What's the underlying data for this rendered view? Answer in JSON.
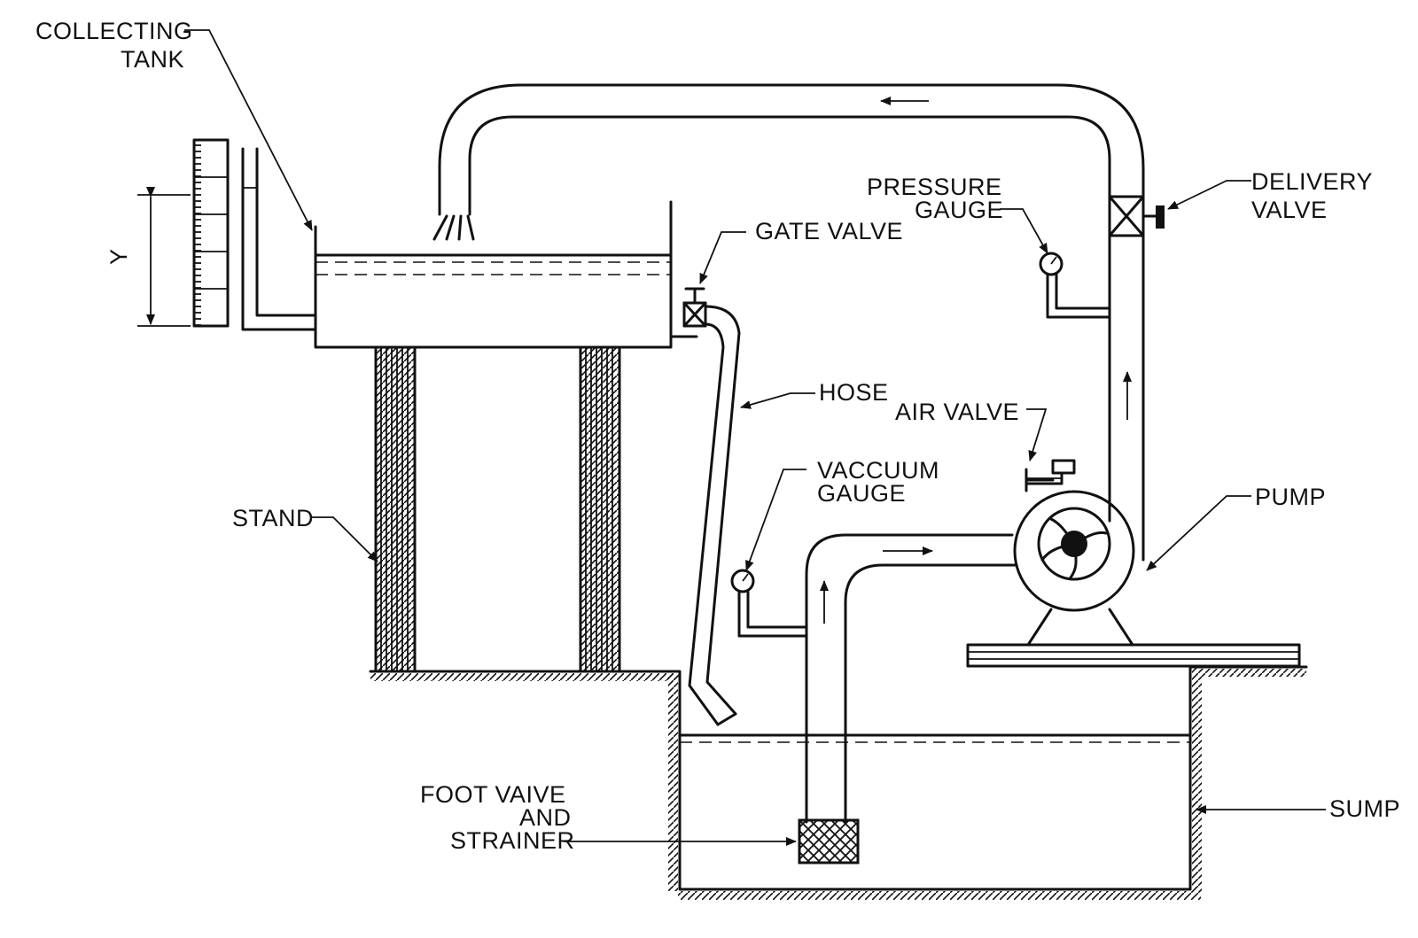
{
  "labels": {
    "collecting_tank_1": "COLLECTING",
    "collecting_tank_2": "TANK",
    "y_marker": "Y",
    "gate_valve": "GATE  VALVE",
    "pressure_gauge_1": "PRESSURE",
    "pressure_gauge_2": "GAUGE",
    "delivery_valve_1": "DELIVERY",
    "delivery_valve_2": "VALVE",
    "hose": "HOSE",
    "air_valve": "AIR  VALVE",
    "vacuum_gauge_1": "VACCUUM",
    "vacuum_gauge_2": "GAUGE",
    "pump": "PUMP",
    "stand": "STAND",
    "foot_valve_1": "FOOT  VAIVE",
    "foot_valve_2": "AND",
    "foot_valve_3": "STRAINER",
    "sump": "SUMP"
  },
  "colors": {
    "ink": "#111111",
    "paper": "#ffffff"
  }
}
